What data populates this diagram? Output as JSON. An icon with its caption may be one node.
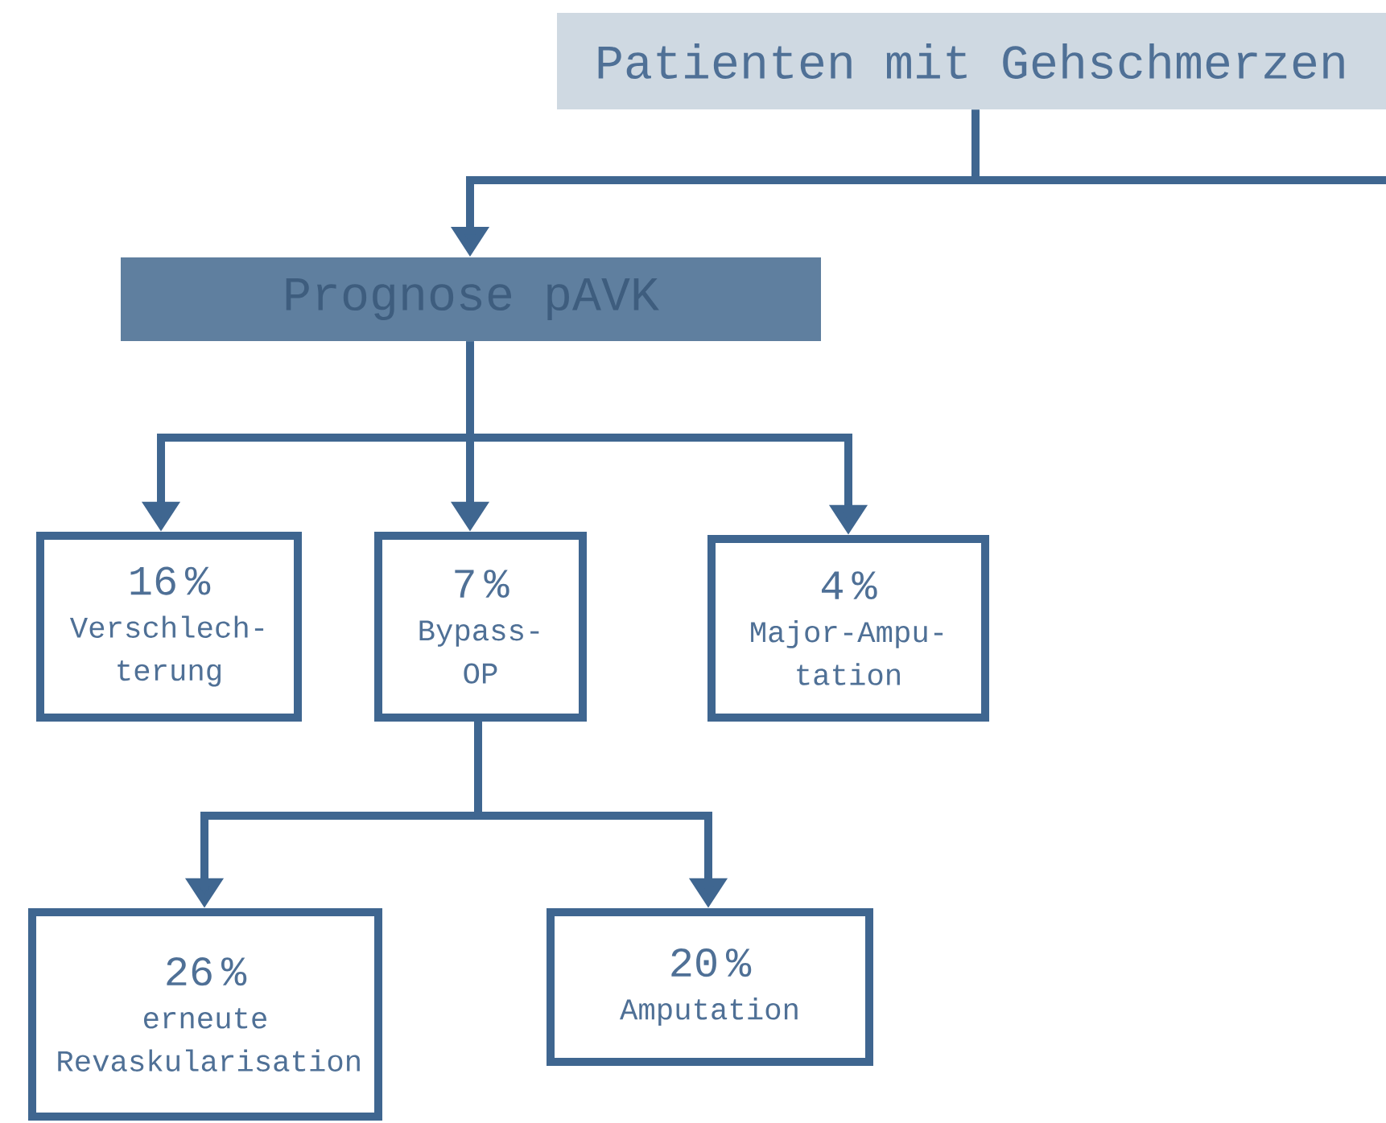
{
  "diagram": {
    "nodes": [
      {
        "text": [
          "Patienten mit Gehschmerzen"
        ]
      },
      {
        "text": [
          "Prognose pAVK"
        ]
      },
      {
        "text": [
          "16 %",
          "Verschlech-terung"
        ]
      },
      {
        "text": [
          "7 %",
          "Bypass-OP"
        ]
      },
      {
        "text": [
          "4 %",
          "Major-Ampu-tation"
        ]
      },
      {
        "text": [
          "26 %",
          "erneute Revaskularisation"
        ]
      },
      {
        "text": [
          "20 %",
          "Amputation"
        ]
      }
    ],
    "edges": [
      {
        "from": 0,
        "to": 1,
        "arrow": "to"
      },
      {
        "from": 0,
        "to": null,
        "arrow": "none"
      },
      {
        "from": 1,
        "to": 2,
        "arrow": "to"
      },
      {
        "from": 1,
        "to": 3,
        "arrow": "to"
      },
      {
        "from": 1,
        "to": 4,
        "arrow": "to"
      },
      {
        "from": 3,
        "to": 5,
        "arrow": "to"
      },
      {
        "from": 3,
        "to": 6,
        "arrow": "to"
      }
    ]
  }
}
